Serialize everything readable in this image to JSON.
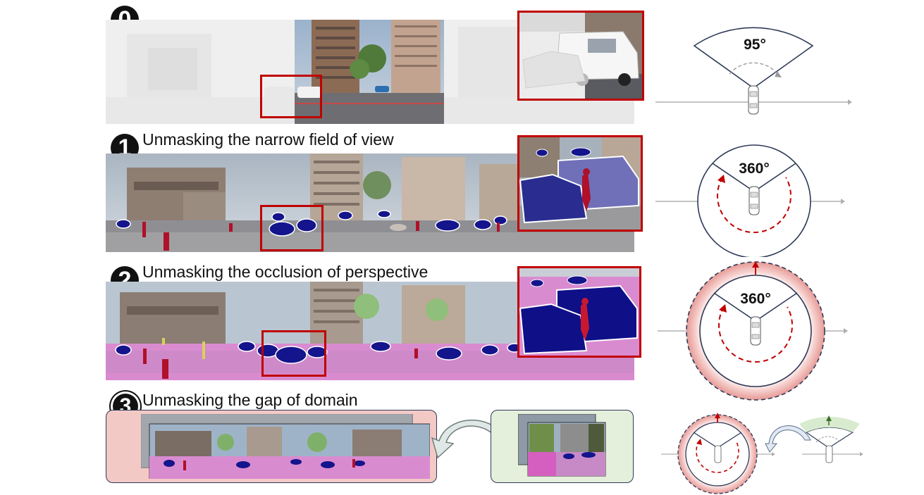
{
  "rows": [
    {
      "index": "0",
      "label": "",
      "fov": "95°"
    },
    {
      "index": "1",
      "label": "Unmasking the narrow field of view",
      "fov": "360°"
    },
    {
      "index": "2",
      "label": "Unmasking the occlusion of perspective",
      "fov": "360°"
    },
    {
      "index": "3",
      "label": "Unmasking the gap of domain",
      "fov": ""
    }
  ],
  "colors": {
    "highlight_box": "#c00000",
    "vehicle_mask": "#14148c",
    "pedestrian_mask": "#b0102a",
    "road_mask": "#d97ed0",
    "target_panel_bg": "#f3c9c6",
    "source_panel_bg": "#e4efdc",
    "axis_line": "#b0b0b0",
    "fov_outline": "#2d3a57",
    "arc_arrow": "#c00000"
  },
  "icons": [
    "car-top-view-icon",
    "curved-arrow-icon"
  ]
}
